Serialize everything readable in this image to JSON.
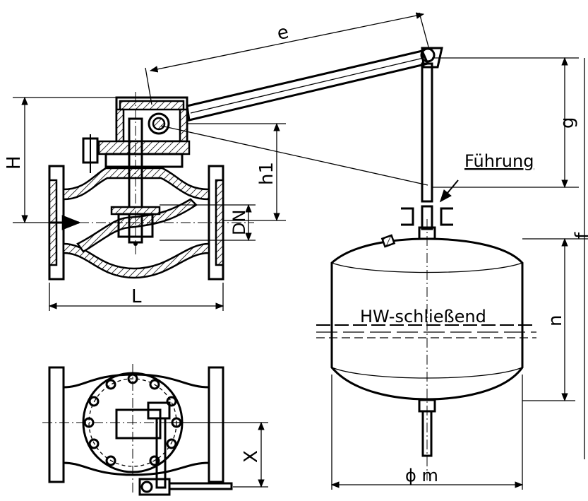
{
  "labels": {
    "e": "e",
    "g": "g",
    "H": "H",
    "h1": "h1",
    "DN": "DN",
    "L": "L",
    "f": "f",
    "n": "n",
    "X": "X",
    "m": "ϕ m",
    "guide": "Führung",
    "water": "HW-schließend"
  }
}
